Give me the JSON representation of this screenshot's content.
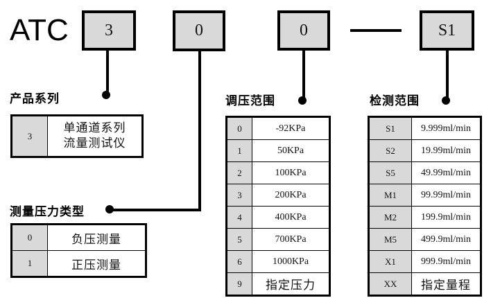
{
  "diagram": {
    "prefix": "ATC",
    "separator_dash": "—",
    "code_boxes": [
      {
        "name": "series-code",
        "value": "3"
      },
      {
        "name": "pressure-type-code",
        "value": "0"
      },
      {
        "name": "pressure-range-code",
        "value": "0"
      },
      {
        "name": "detection-range-code",
        "value": "S1"
      }
    ]
  },
  "sections": {
    "product_series": {
      "title": "产品系列",
      "rows": [
        {
          "code": "3",
          "desc_line1": "单通道系列",
          "desc_line2": "流量测试仪"
        }
      ]
    },
    "pressure_type": {
      "title": "测量压力类型",
      "rows": [
        {
          "code": "0",
          "desc": "负压测量"
        },
        {
          "code": "1",
          "desc": "正压测量"
        }
      ]
    },
    "pressure_range": {
      "title": "调压范围",
      "rows": [
        {
          "code": "0",
          "desc": "-92KPa"
        },
        {
          "code": "1",
          "desc": "50KPa"
        },
        {
          "code": "2",
          "desc": "100KPa"
        },
        {
          "code": "3",
          "desc": "200KPa"
        },
        {
          "code": "4",
          "desc": "400KPa"
        },
        {
          "code": "5",
          "desc": "700KPa"
        },
        {
          "code": "6",
          "desc": "1000KPa"
        },
        {
          "code": "9",
          "desc": "指定压力"
        }
      ]
    },
    "detection_range": {
      "title": "检测范围",
      "rows": [
        {
          "code": "S1",
          "desc": "9.999ml/min"
        },
        {
          "code": "S2",
          "desc": "19.99ml/min"
        },
        {
          "code": "S5",
          "desc": "49.99ml/min"
        },
        {
          "code": "M1",
          "desc": "99.99ml/min"
        },
        {
          "code": "M2",
          "desc": "199.9ml/min"
        },
        {
          "code": "M5",
          "desc": "499.9ml/min"
        },
        {
          "code": "X1",
          "desc": "999.9ml/min"
        },
        {
          "code": "XX",
          "desc": "指定量程"
        }
      ]
    }
  },
  "colors": {
    "code_cell_fill": "#d9d9d9",
    "line": "#000000",
    "background": "#ffffff"
  }
}
